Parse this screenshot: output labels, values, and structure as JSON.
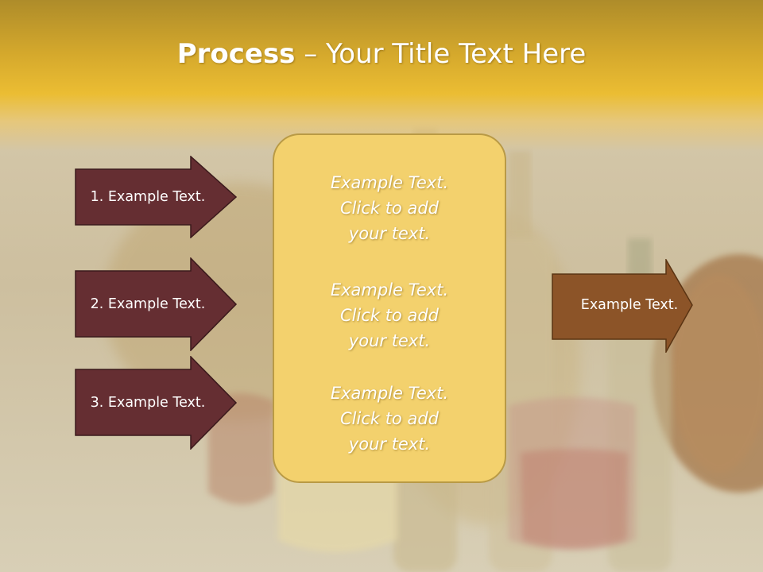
{
  "title": {
    "bold": "Process",
    "rest": " – Your Title Text Here"
  },
  "left_arrows": [
    {
      "label": "1. Example Text."
    },
    {
      "label": "2. Example Text."
    },
    {
      "label": "3. Example Text."
    }
  ],
  "center_panel": {
    "blocks": [
      {
        "line1": "Example Text.",
        "line2": "Click  to add",
        "line3": "your text."
      },
      {
        "line1": "Example Text.",
        "line2": "Click  to add",
        "line3": "your text."
      },
      {
        "line1": "Example Text.",
        "line2": "Click  to add",
        "line3": "your text."
      }
    ]
  },
  "right_arrow": {
    "label": "Example Text."
  },
  "colors": {
    "left_arrow_fill": "#652e32",
    "right_arrow_fill": "#8c5428",
    "panel_fill": "#f3d16d",
    "header_gold": "#ebbd33"
  }
}
